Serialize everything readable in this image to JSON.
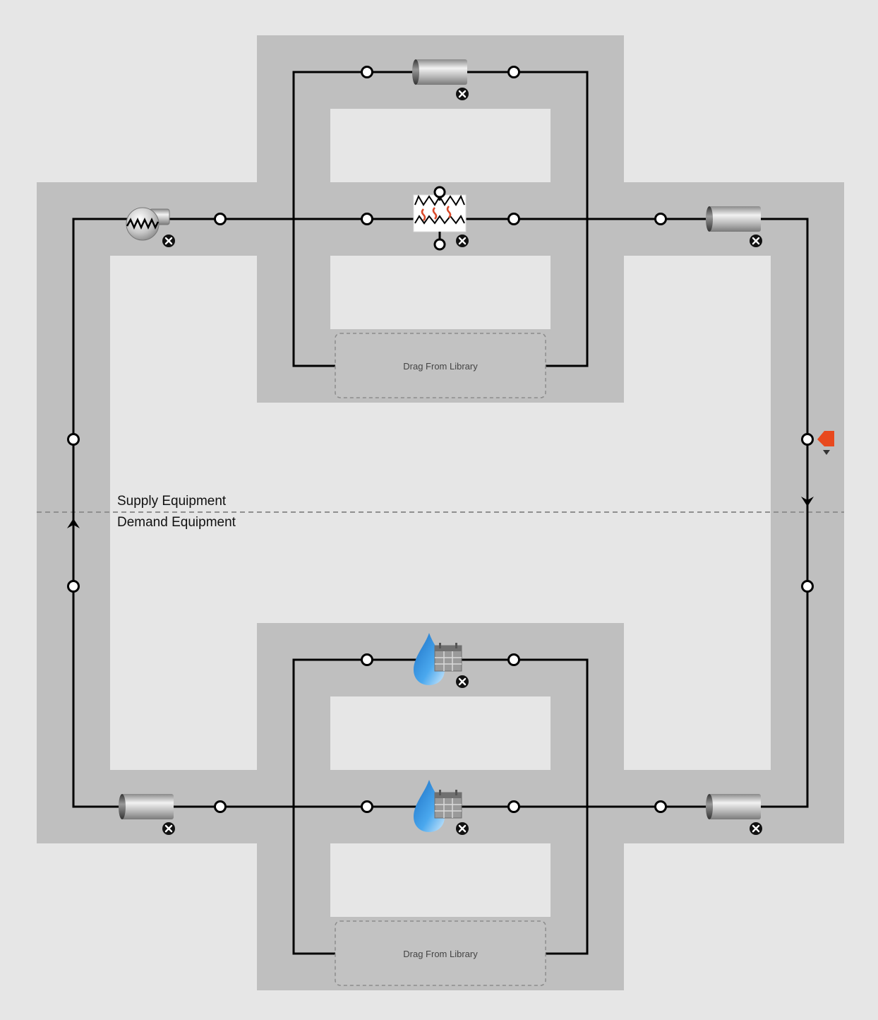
{
  "labels": {
    "supply": "Supply Equipment",
    "demand": "Demand Equipment",
    "drop_zone": "Drag From Library"
  },
  "components": {
    "supply_pump": {
      "icon": "pump-icon"
    },
    "supply_bypass_pipe": {
      "icon": "pipe-icon"
    },
    "supply_water_heater": {
      "icon": "water-heater-icon"
    },
    "supply_outlet_pipe": {
      "icon": "pipe-icon"
    },
    "setpoint_manager": {
      "icon": "setpoint-manager-icon"
    },
    "demand_inlet_pipe": {
      "icon": "pipe-icon"
    },
    "demand_water_use_1": {
      "icon": "water-use-connection-icon"
    },
    "demand_water_use_2": {
      "icon": "water-use-connection-icon"
    },
    "demand_outlet_pipe": {
      "icon": "pipe-icon"
    }
  },
  "icons": {
    "remove": "remove-icon",
    "flow_arrow": "flow-arrow-icon"
  },
  "colors": {
    "canvas_background": "#e6e6e6",
    "loop_region": "#bfbfbf",
    "pipe_line": "#000000",
    "setpoint_marker": "#e8491e",
    "water_drop": "#3a9ae0"
  }
}
